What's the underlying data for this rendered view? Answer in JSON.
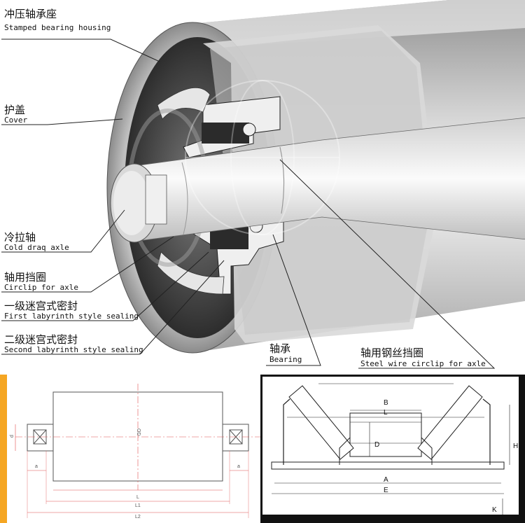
{
  "labels": {
    "stamped_bearing_housing": {
      "cn": "冲压轴承座",
      "en": "Stamped bearing housing"
    },
    "cover": {
      "cn": "护盖",
      "en": "Cover"
    },
    "cold_drag_axle": {
      "cn": "冷拉轴",
      "en": "Cold draq axle"
    },
    "circlip_for_axle": {
      "cn": "轴用挡圈",
      "en": "Circlip for axle"
    },
    "first_labyrinth": {
      "cn": "一级迷宫式密封",
      "en": "First labyrinth style sealing"
    },
    "second_labyrinth": {
      "cn": "二级迷宫式密封",
      "en": "Second labyrinth style sealing"
    },
    "bearing": {
      "cn": "轴承",
      "en": "Bearing"
    },
    "steel_wire_circlip": {
      "cn": "轴用钢丝挡圈",
      "en": "Steel wire circlip for axle"
    }
  },
  "roller_drawing": {
    "d": "d",
    "od": "OD",
    "a_left": "a",
    "a_right": "a",
    "l": "L",
    "l1": "L1",
    "l2": "L2"
  },
  "idler_drawing": {
    "b": "B",
    "l": "L",
    "d": "D",
    "h": "H",
    "a": "A",
    "e": "E",
    "k": "K"
  },
  "colors": {
    "accent_orange": "#f5a623",
    "dark_panel": "#111111"
  }
}
